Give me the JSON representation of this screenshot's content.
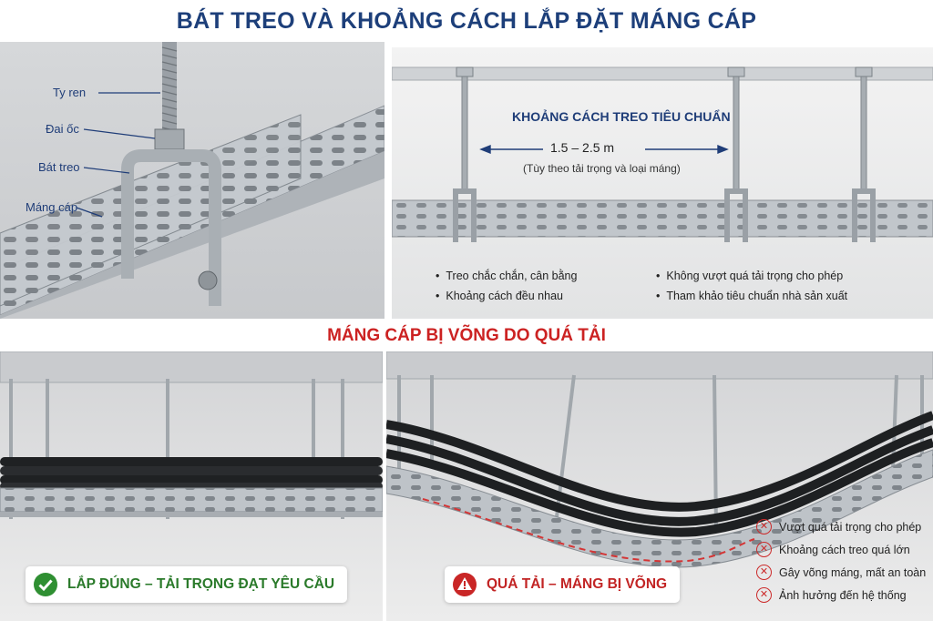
{
  "title": "BÁT TREO VÀ KHOẢNG CÁCH LẮP ĐẶT MÁNG CÁP",
  "component_labels": {
    "threaded_rod": "Ty ren",
    "nut": "Đai ốc",
    "hanger": "Bát treo",
    "tray": "Máng cáp"
  },
  "spacing": {
    "heading": "KHOẢNG CÁCH TREO TIÊU CHUẨN",
    "distance": "1.5 – 2.5 m",
    "note": "(Tùy theo tải trọng và loại máng)",
    "points_left": [
      "Treo chắc chắn, cân bằng",
      "Khoảng cách đều nhau"
    ],
    "points_right": [
      "Không vượt quá tải trọng cho phép",
      "Tham khảo tiêu chuẩn nhà sản xuất"
    ]
  },
  "section2_title": "MÁNG CÁP BỊ VÕNG DO QUÁ TẢI",
  "correct": {
    "label": "LẮP ĐÚNG – TẢI TRỌNG ĐẠT YÊU CẦU"
  },
  "overload": {
    "label": "QUÁ TẢI – MÁNG BỊ VÕNG",
    "issues": [
      "Vượt quá tải trọng cho phép",
      "Khoảng cách treo quá lớn",
      "Gây võng máng, mất an toàn",
      "Ảnh hưởng đến hệ thống"
    ]
  },
  "colors": {
    "title_blue": "#1d3f7a",
    "warning_red": "#cc2222",
    "ok_green": "#2a8a2a",
    "steel": "#b9bec3"
  }
}
